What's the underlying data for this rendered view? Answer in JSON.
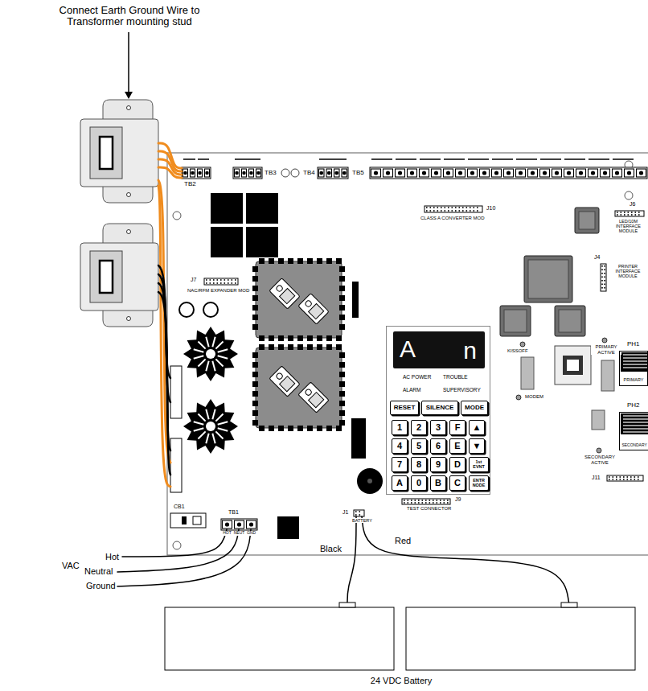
{
  "diagram": {
    "nodes": [
      {
        "text": [
          "AC POWER",
          "TROUBLE",
          "ALARM",
          "SUPERVISORY"
        ]
      },
      {
        "text": [
          "A",
          "n"
        ],
        "in": 0
      },
      {
        "text": [
          "RESET"
        ],
        "in": 0
      },
      {
        "text": [
          "SILENCE"
        ],
        "in": 0
      },
      {
        "text": [
          "MODE"
        ],
        "in": 0
      },
      {
        "text": [
          "1"
        ],
        "in": 0
      },
      {
        "text": [
          "2"
        ],
        "in": 0
      },
      {
        "text": [
          "3"
        ],
        "in": 0
      },
      {
        "text": [
          "F"
        ],
        "in": 0
      },
      {
        "text": [
          "▲"
        ],
        "in": 0
      },
      {
        "text": [
          "4"
        ],
        "in": 0
      },
      {
        "text": [
          "5"
        ],
        "in": 0
      },
      {
        "text": [
          "6"
        ],
        "in": 0
      },
      {
        "text": [
          "E"
        ],
        "in": 0
      },
      {
        "text": [
          "▼"
        ],
        "in": 0
      },
      {
        "text": [
          "7"
        ],
        "in": 0
      },
      {
        "text": [
          "8"
        ],
        "in": 0
      },
      {
        "text": [
          "9"
        ],
        "in": 0
      },
      {
        "text": [
          "D"
        ],
        "in": 0
      },
      {
        "text": [
          "1st EVNT"
        ],
        "in": 0
      },
      {
        "text": [
          "A"
        ],
        "in": 0
      },
      {
        "text": [
          "0"
        ],
        "in": 0
      },
      {
        "text": [
          "B"
        ],
        "in": 0
      },
      {
        "text": [
          "C"
        ],
        "in": 0
      },
      {
        "text": [
          "ENTR NODE"
        ],
        "in": 0
      },
      {
        "text": [
          "PRIMARY"
        ]
      },
      {
        "text": [
          "SECONDARY"
        ]
      }
    ],
    "labels": [
      "Connect Earth Ground Wire to Transformer mounting stud",
      "TB2",
      "TB3",
      "TB4",
      "TB5",
      "J10",
      "CLASS A CONVERTER MOD",
      "J6",
      "LED/10M INTERFACE MODULE",
      "J4",
      "PRINTER INTERFACE MODULE",
      "J7",
      "NAC/RFM EXPANDER MOD",
      "KISSOFF",
      "MODEM",
      "PRIMARY ACTIVE",
      "PH1",
      "PH2",
      "SECONDARY ACTIVE",
      "J11",
      "J9",
      "TEST CONNECTOR",
      "J1",
      "BATTERY",
      "CB1",
      "TB1",
      "HOT",
      "NEUT",
      "GND",
      "VAC",
      "Hot",
      "Neutral",
      "Ground",
      "Black",
      "Red",
      "24 VDC Battery"
    ]
  }
}
